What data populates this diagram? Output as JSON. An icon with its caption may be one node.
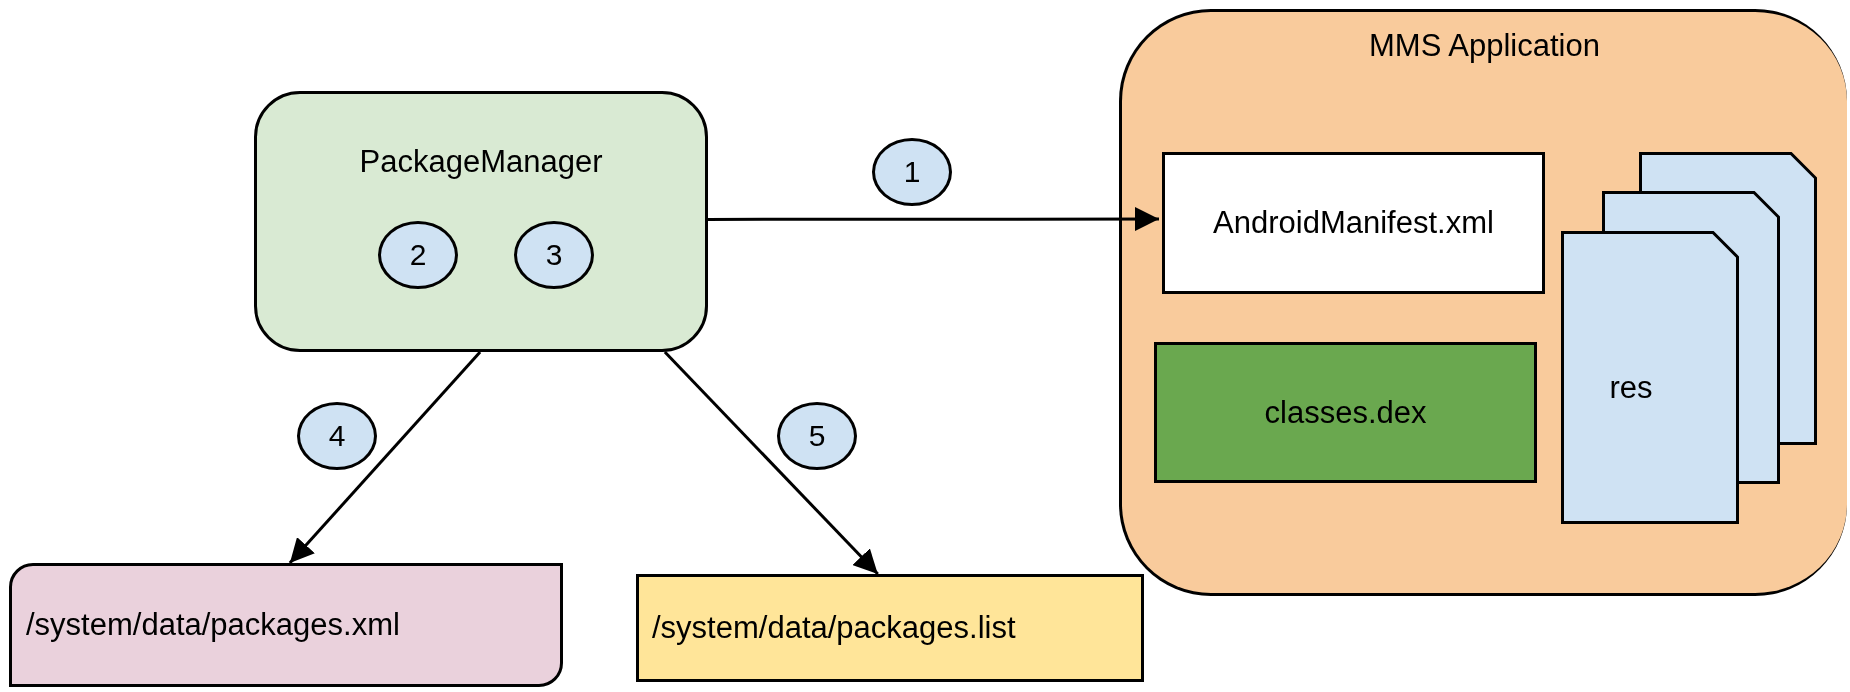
{
  "diagram": {
    "nodes": [
      {
        "text": [
          "PackageManager"
        ]
      },
      {
        "text": [
          "2"
        ],
        "in": 0
      },
      {
        "text": [
          "3"
        ],
        "in": 0
      },
      {
        "text": [
          "1"
        ]
      },
      {
        "text": [
          "MMS Application"
        ]
      },
      {
        "text": [
          "AndroidManifest.xml"
        ],
        "in": 4
      },
      {
        "text": [
          "classes.dex"
        ],
        "in": 4
      },
      {
        "text": [
          "res"
        ],
        "in": 4
      },
      {
        "text": [
          "4"
        ]
      },
      {
        "text": [
          "5"
        ]
      },
      {
        "text": [
          "/system/data/packages.xml"
        ]
      },
      {
        "text": [
          "/system/data/packages.list"
        ]
      }
    ],
    "edges": [
      {
        "from": 0,
        "to": 5,
        "arrow": "to"
      },
      {
        "from": 0,
        "to": 10,
        "arrow": "to"
      },
      {
        "from": 0,
        "to": 11,
        "arrow": "to"
      }
    ]
  }
}
